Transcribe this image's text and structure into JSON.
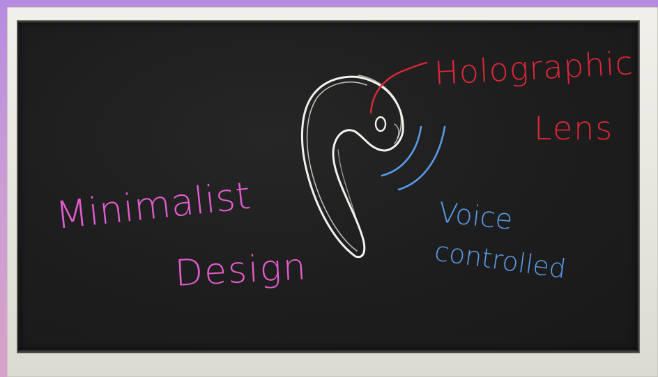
{
  "board": {
    "labels": {
      "holographic": "Holographic",
      "lens": "Lens",
      "minimalist": "Minimalist",
      "design": "Design",
      "voice": "Voice",
      "controlled": "controlled"
    }
  },
  "colors": {
    "background_top": "#b48be0",
    "background_bottom": "#d8a3c8",
    "frame": "#e9e8e1",
    "chalkboard": "#1f1f1f",
    "chalk_white": "#f2f2ee",
    "chalk_red": "#e0263a",
    "chalk_pink": "#e35ccf",
    "chalk_blue": "#5a9be8"
  },
  "icons": [
    "earbud-device-sketch",
    "sound-waves",
    "pointer-line"
  ]
}
